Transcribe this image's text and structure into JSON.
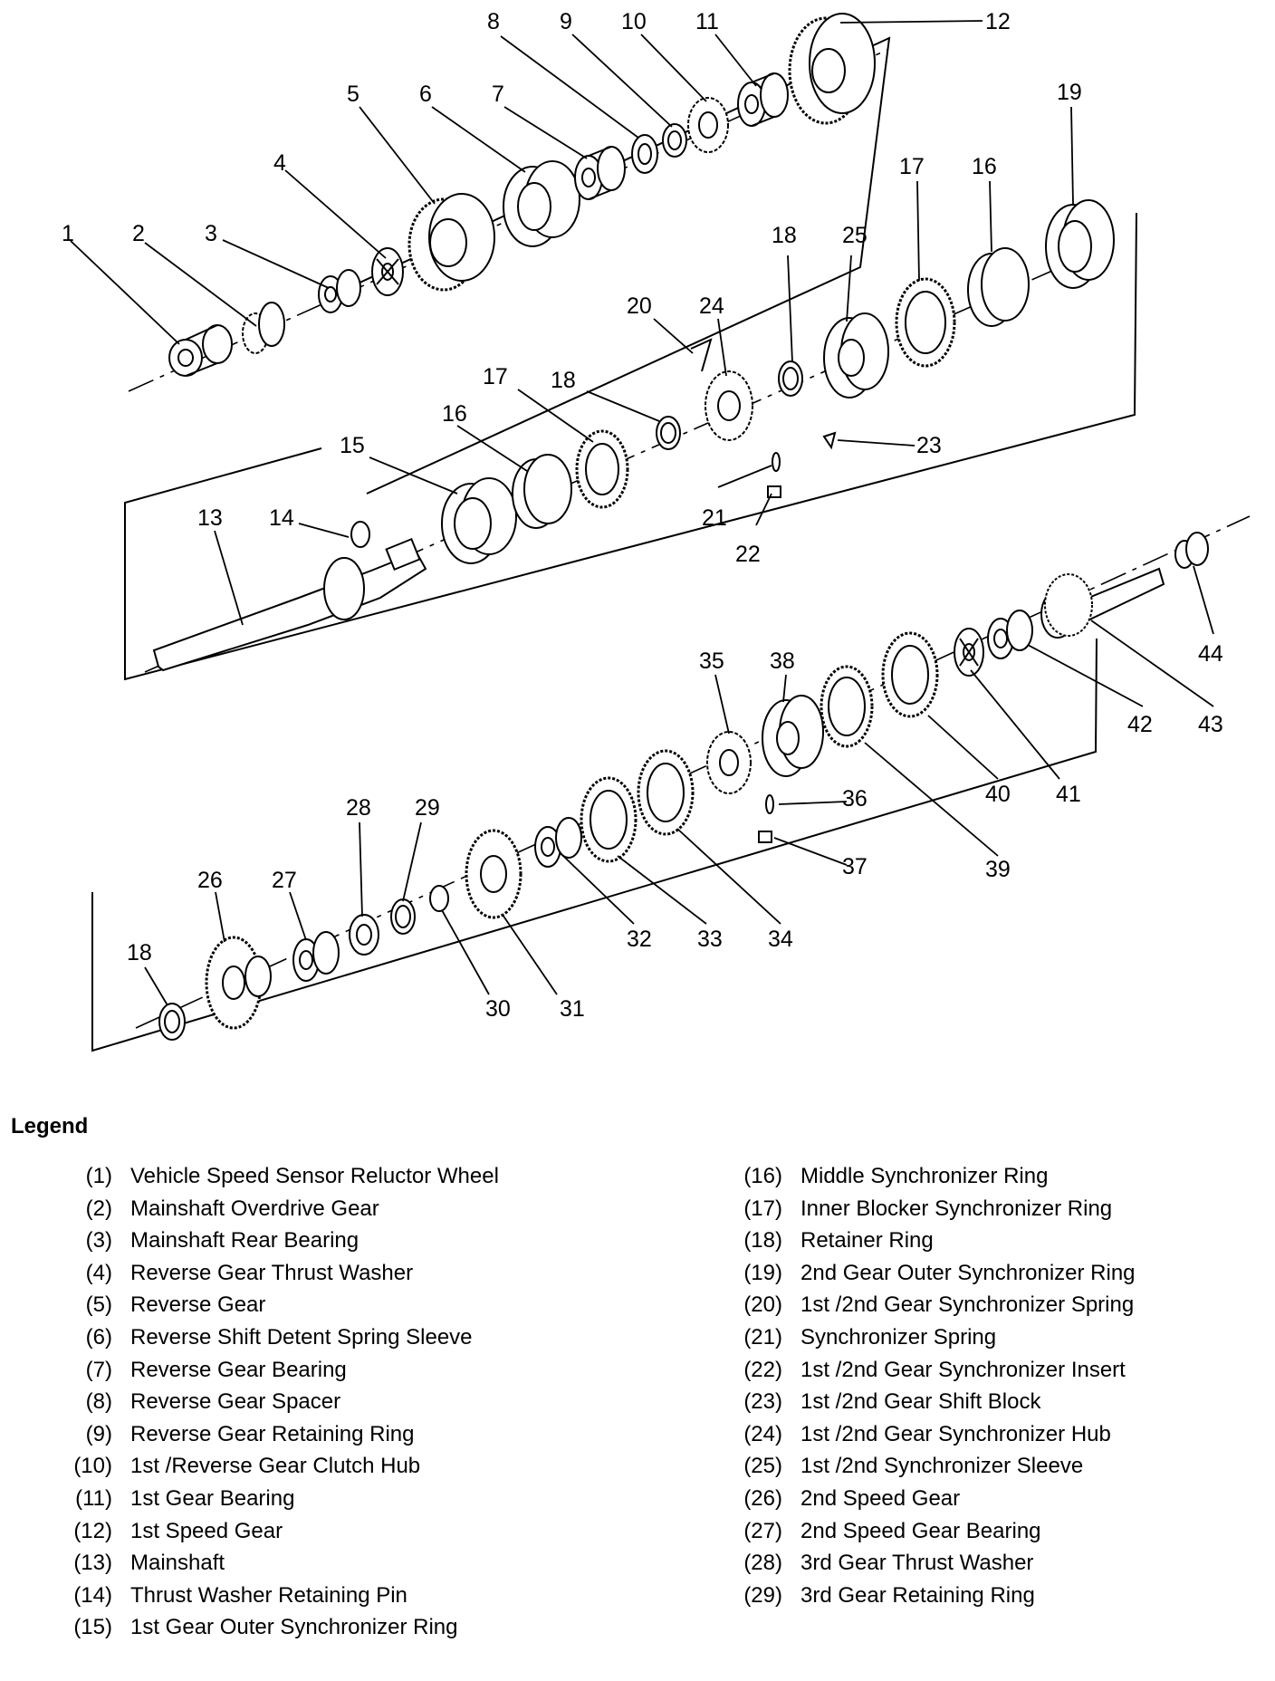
{
  "callouts": [
    {
      "id": "c1",
      "text": "1"
    },
    {
      "id": "c2",
      "text": "2"
    },
    {
      "id": "c3",
      "text": "3"
    },
    {
      "id": "c4",
      "text": "4"
    },
    {
      "id": "c5",
      "text": "5"
    },
    {
      "id": "c6",
      "text": "6"
    },
    {
      "id": "c7",
      "text": "7"
    },
    {
      "id": "c8",
      "text": "8"
    },
    {
      "id": "c9",
      "text": "9"
    },
    {
      "id": "c10",
      "text": "10"
    },
    {
      "id": "c11",
      "text": "11"
    },
    {
      "id": "c12",
      "text": "12"
    },
    {
      "id": "c13",
      "text": "13"
    },
    {
      "id": "c14",
      "text": "14"
    },
    {
      "id": "c15",
      "text": "15"
    },
    {
      "id": "c16a",
      "text": "16"
    },
    {
      "id": "c16b",
      "text": "16"
    },
    {
      "id": "c17a",
      "text": "17"
    },
    {
      "id": "c17b",
      "text": "17"
    },
    {
      "id": "c18a",
      "text": "18"
    },
    {
      "id": "c18b",
      "text": "18"
    },
    {
      "id": "c18c",
      "text": "18"
    },
    {
      "id": "c19",
      "text": "19"
    },
    {
      "id": "c20",
      "text": "20"
    },
    {
      "id": "c21",
      "text": "21"
    },
    {
      "id": "c22",
      "text": "22"
    },
    {
      "id": "c23",
      "text": "23"
    },
    {
      "id": "c24",
      "text": "24"
    },
    {
      "id": "c25",
      "text": "25"
    },
    {
      "id": "c26",
      "text": "26"
    },
    {
      "id": "c27",
      "text": "27"
    },
    {
      "id": "c28",
      "text": "28"
    },
    {
      "id": "c29",
      "text": "29"
    },
    {
      "id": "c30",
      "text": "30"
    },
    {
      "id": "c31",
      "text": "31"
    },
    {
      "id": "c32",
      "text": "32"
    },
    {
      "id": "c33",
      "text": "33"
    },
    {
      "id": "c34",
      "text": "34"
    },
    {
      "id": "c35",
      "text": "35"
    },
    {
      "id": "c36",
      "text": "36"
    },
    {
      "id": "c37",
      "text": "37"
    },
    {
      "id": "c38",
      "text": "38"
    },
    {
      "id": "c39",
      "text": "39"
    },
    {
      "id": "c40",
      "text": "40"
    },
    {
      "id": "c41",
      "text": "41"
    },
    {
      "id": "c42",
      "text": "42"
    },
    {
      "id": "c43",
      "text": "43"
    },
    {
      "id": "c44",
      "text": "44"
    }
  ],
  "legend": {
    "title": "Legend",
    "left": [
      {
        "num": "(1)",
        "label": "Vehicle Speed Sensor Reluctor Wheel"
      },
      {
        "num": "(2)",
        "label": "Mainshaft Overdrive Gear"
      },
      {
        "num": "(3)",
        "label": "Mainshaft Rear Bearing"
      },
      {
        "num": "(4)",
        "label": "Reverse Gear Thrust Washer"
      },
      {
        "num": "(5)",
        "label": "Reverse Gear"
      },
      {
        "num": "(6)",
        "label": "Reverse Shift Detent Spring Sleeve"
      },
      {
        "num": "(7)",
        "label": "Reverse Gear Bearing"
      },
      {
        "num": "(8)",
        "label": "Reverse Gear Spacer"
      },
      {
        "num": "(9)",
        "label": "Reverse Gear Retaining Ring"
      },
      {
        "num": "(10)",
        "label": "1st /Reverse Gear Clutch Hub"
      },
      {
        "num": "(11)",
        "label": "1st Gear Bearing"
      },
      {
        "num": "(12)",
        "label": "1st Speed Gear"
      },
      {
        "num": "(13)",
        "label": "Mainshaft"
      },
      {
        "num": "(14)",
        "label": "Thrust Washer Retaining Pin"
      },
      {
        "num": "(15)",
        "label": "1st Gear Outer Synchronizer Ring"
      }
    ],
    "right": [
      {
        "num": "(16)",
        "label": "Middle Synchronizer Ring"
      },
      {
        "num": "(17)",
        "label": "Inner Blocker Synchronizer Ring"
      },
      {
        "num": "(18)",
        "label": "Retainer Ring"
      },
      {
        "num": "(19)",
        "label": "2nd Gear Outer Synchronizer Ring"
      },
      {
        "num": "(20)",
        "label": "1st /2nd Gear Synchronizer Spring"
      },
      {
        "num": "(21)",
        "label": "Synchronizer Spring"
      },
      {
        "num": "(22)",
        "label": "1st /2nd Gear Synchronizer Insert"
      },
      {
        "num": "(23)",
        "label": "1st /2nd Gear Shift Block"
      },
      {
        "num": "(24)",
        "label": "1st /2nd Gear Synchronizer Hub"
      },
      {
        "num": "(25)",
        "label": "1st /2nd Synchronizer Sleeve"
      },
      {
        "num": "(26)",
        "label": "2nd Speed Gear"
      },
      {
        "num": "(27)",
        "label": "2nd Speed Gear Bearing"
      },
      {
        "num": "(28)",
        "label": "3rd Gear Thrust Washer"
      },
      {
        "num": "(29)",
        "label": "3rd Gear Retaining Ring"
      }
    ]
  }
}
